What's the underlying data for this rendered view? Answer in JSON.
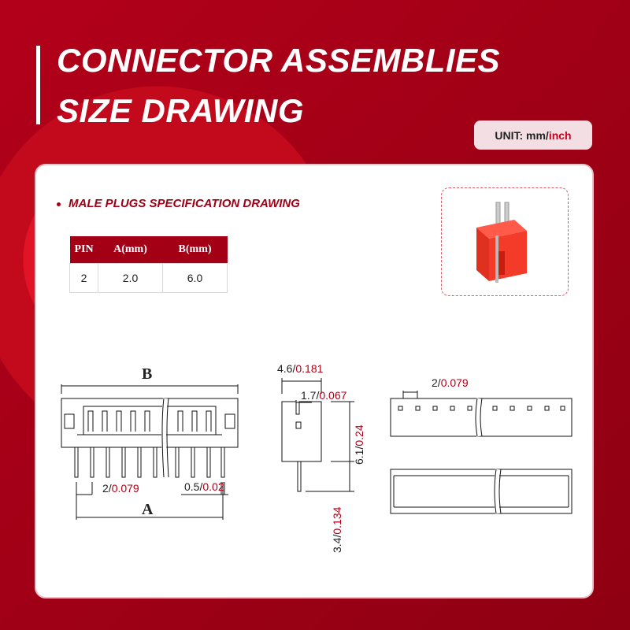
{
  "header": {
    "title_line1": "CONNECTOR ASSEMBLIES",
    "title_line2": "SIZE DRAWING",
    "unit_prefix": "UNIT: mm/",
    "unit_inch": "inch"
  },
  "section": {
    "title": "MALE PLUGS SPECIFICATION DRAWING"
  },
  "spec_table": {
    "headers": [
      "PIN",
      "A(mm)",
      "B(mm)"
    ],
    "rows": [
      [
        "2",
        "2.0",
        "6.0"
      ]
    ]
  },
  "dimensions": {
    "B": "B",
    "A": "A",
    "pitch_mm": "2/",
    "pitch_in": "0.079",
    "pin_mm": "0.5/",
    "pin_in": "0.02",
    "width_mm": "4.6/",
    "width_in": "0.181",
    "slot_mm": "1.7/",
    "slot_in": "0.067",
    "height_mm": "6.1/",
    "height_in": "0.24",
    "tail_mm": "3.4/",
    "tail_in": "0.134",
    "top_pitch_mm": "2/",
    "top_pitch_in": "0.079"
  },
  "colors": {
    "brand_red": "#a40014",
    "accent_red": "#b00018",
    "card": "#ffffff"
  }
}
